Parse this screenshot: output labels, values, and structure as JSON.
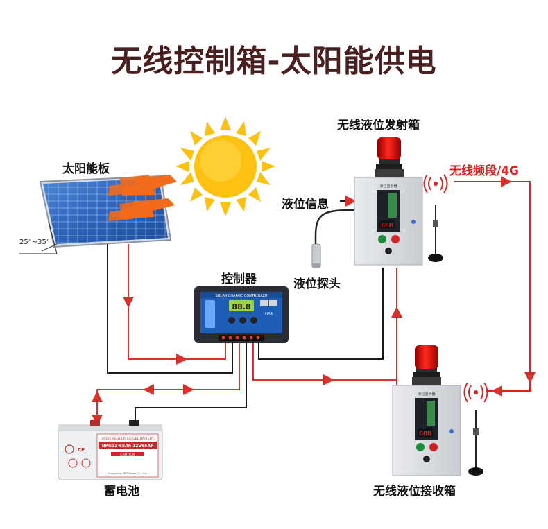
{
  "title": "无线控制箱-太阳能供电",
  "labels": {
    "solar_panel": "太阳能板",
    "tilt_angle": "25°~35°",
    "controller": "控制器",
    "battery": "蓄电池",
    "transmitter": "无线液位发射箱",
    "receiver": "无线液位接收箱",
    "level_info": "液位信息",
    "probe": "液位探头",
    "wireless": "无线频段/4G"
  },
  "controller_panel": {
    "header": "SOLAR CHARGE CONTROLLER"
  },
  "battery_label": {
    "model": "NPG12-65Ah 12V65Ah",
    "header": "VALVE REGULATED GEL BATTERY",
    "caution": "CAUTION",
    "maker": "Guangzhou NFT Power Co., Ltd."
  },
  "box_plate": {
    "brand": "液位显示器"
  },
  "colors": {
    "title": "#4a1f1f",
    "wire_red": "#d9302b",
    "wire_black": "#1a1a1a",
    "arrow_orange": "#f26a1b",
    "sun": "#fcc111",
    "accent_red": "#e0201c"
  }
}
